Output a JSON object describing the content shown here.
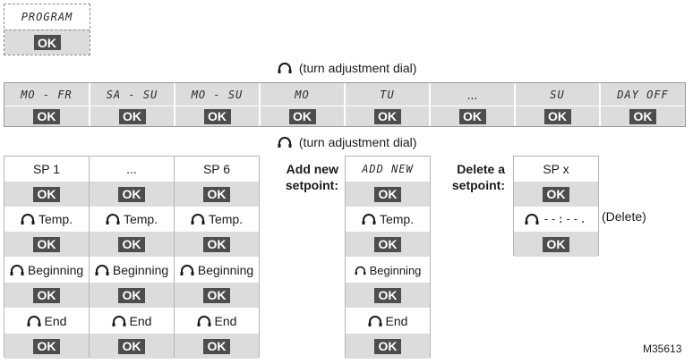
{
  "program_box": {
    "title": "PROGRAM",
    "ok": "OK"
  },
  "dial_hint_1": "(turn adjustment dial)",
  "dial_hint_2": "(turn adjustment dial)",
  "days": [
    {
      "label": "MO - FR",
      "ok": "OK"
    },
    {
      "label": "SA - SU",
      "ok": "OK"
    },
    {
      "label": "MO - SU",
      "ok": "OK"
    },
    {
      "label": "MO",
      "ok": "OK"
    },
    {
      "label": "TU",
      "ok": "OK"
    },
    {
      "label": "...",
      "ok": "OK"
    },
    {
      "label": "SU",
      "ok": "OK"
    },
    {
      "label": "DAY OFF",
      "ok": "OK"
    }
  ],
  "setpoint_columns": [
    {
      "title": "SP 1",
      "ok": "OK",
      "temp": "Temp.",
      "beginning": "Beginning",
      "end": "End"
    },
    {
      "title": "...",
      "ok": "OK",
      "temp": "Temp.",
      "beginning": "Beginning",
      "end": "End"
    },
    {
      "title": "SP 6",
      "ok": "OK",
      "temp": "Temp.",
      "beginning": "Beginning",
      "end": "End"
    }
  ],
  "add_new": {
    "label_line1": "Add new",
    "label_line2": "setpoint:",
    "title": "ADD NEW",
    "ok": "OK",
    "temp": "Temp.",
    "beginning": "Beginning",
    "end": "End"
  },
  "delete": {
    "label_line1": "Delete a",
    "label_line2": "setpoint:",
    "title": "SP x",
    "ok": "OK",
    "value": "--:--.",
    "note": "(Delete)"
  },
  "figure_id": "M35613"
}
